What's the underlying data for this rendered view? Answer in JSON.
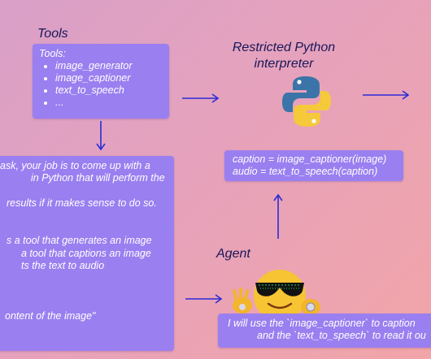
{
  "tools_title": "Tools",
  "tools_box": {
    "heading": "Tools:",
    "items": [
      "image_generator",
      "image_captioner",
      "text_to_speech",
      "..."
    ]
  },
  "interpreter_title_line1": "Restricted Python",
  "interpreter_title_line2": "interpreter",
  "code_box": {
    "line1": "caption = image_captioner(image)",
    "line2": "audio = text_to_speech(caption)"
  },
  "prompt_box": {
    "lines": [
      "ask, your job is to come up with a",
      "in Python that will perform the",
      "",
      "results if it makes sense to do so.",
      "",
      "",
      "s a tool that generates an image",
      "a tool that captions an image",
      "ts the text to audio",
      "",
      "",
      "",
      "ontent of the image\""
    ]
  },
  "agent_title": "Agent",
  "agent_speech": {
    "line1": "I will use the `image_captioner` to caption",
    "line2": "and the `text_to_speech` to read it ou"
  },
  "colors": {
    "box_fill": "#9a7ff0",
    "arrow": "#2d2bd8",
    "title_text": "#17175a",
    "agent_yellow": "#f7c433",
    "python_blue": "#3b74a8",
    "python_yellow": "#f5c93a"
  },
  "icons": [
    "python-logo-icon",
    "hugging-face-sunglasses-icon"
  ]
}
